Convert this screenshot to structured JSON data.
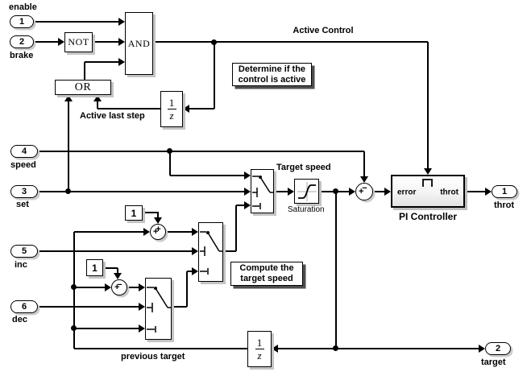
{
  "ports": {
    "enable": {
      "num": "1",
      "label": "enable"
    },
    "brake": {
      "num": "2",
      "label": "brake"
    },
    "speed": {
      "num": "4",
      "label": "speed"
    },
    "set": {
      "num": "3",
      "label": "set"
    },
    "inc": {
      "num": "5",
      "label": "inc"
    },
    "dec": {
      "num": "6",
      "label": "dec"
    },
    "throt": {
      "num": "1",
      "label": "throt"
    },
    "target": {
      "num": "2",
      "label": "target"
    }
  },
  "gates": {
    "not_label": "NOT",
    "and_label": "AND",
    "or_label": "OR"
  },
  "unit_delay": {
    "num": "1",
    "den": "z"
  },
  "constants": {
    "inc_value": "1",
    "dec_value": "1"
  },
  "sums": {
    "inc": {
      "top_sign": "+",
      "left_sign": "+"
    },
    "dec": {
      "top_sign": "−",
      "left_sign": "+"
    },
    "err": {
      "top_sign": "−",
      "left_sign": "+"
    }
  },
  "pi": {
    "name": "PI Controller",
    "in_label": "error",
    "out_label": "throt"
  },
  "labels": {
    "active_control": "Active Control",
    "active_last_step": "Active last step",
    "target_speed": "Target speed",
    "saturation": "Saturation",
    "previous_target": "previous target"
  },
  "annotations": {
    "determine_line1": "Determine if the",
    "determine_line2": "control is active",
    "compute_line1": "Compute the",
    "compute_line2": "target speed"
  },
  "colors": {
    "wire": "#000000",
    "block_shadow": "#c4c4c4",
    "annotation_shadow": "#4e4e4e",
    "background": "#ffffff"
  }
}
